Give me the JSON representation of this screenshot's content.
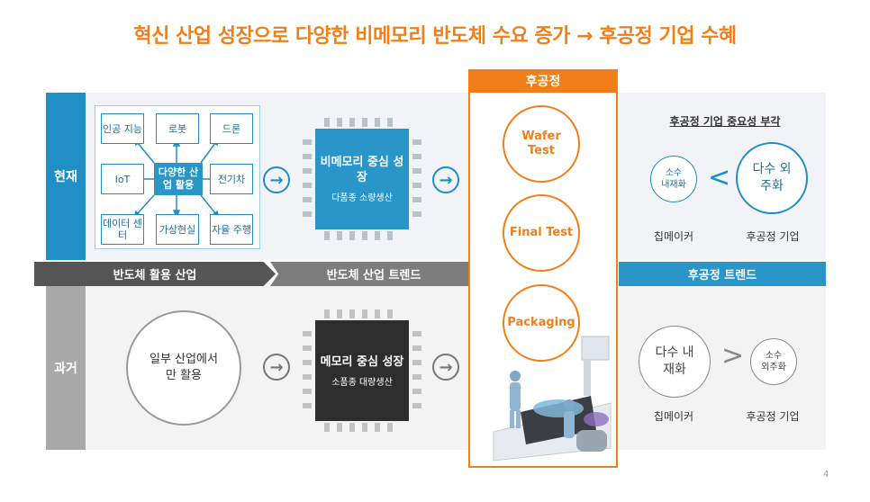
{
  "title": "혁신 산업 성장으로 다양한 비메모리 반도체 수요 증가 → 후공정 기업 수혜",
  "rows": {
    "current": "현재",
    "past": "과거"
  },
  "bands": {
    "usage": "반도체 활용 산업",
    "trend": "반도체 산업 트렌드",
    "backend_trend": "후공정 트렌드"
  },
  "apps": {
    "center": "다양한 산업 활용",
    "ai": "인공 지능",
    "robot": "로봇",
    "drone": "드론",
    "iot": "IoT",
    "ev": "전기차",
    "data_center": "데이터 센터",
    "vr": "가상현실",
    "autonomous": "자율 주행"
  },
  "chips": {
    "current_title": "비메모리 중심 성장",
    "current_sub": "다품종 소량생산",
    "past_title": "메모리 중심 성장",
    "past_sub": "소품종 대량생산"
  },
  "past_usage": "일부 산업에서만 활용",
  "backend": {
    "header": "후공정",
    "steps": [
      "Wafer Test",
      "Final Test",
      "Packaging"
    ]
  },
  "right": {
    "title": "후공정 기업 중요성 부각",
    "current_small": "소수 내재화",
    "current_big": "다수 외주화",
    "past_big": "다수 내재화",
    "past_small": "소수 외주화",
    "chipmaker": "칩메이커",
    "backend_company": "후공정 기업"
  },
  "page_number": "4",
  "colors": {
    "accent": "#f07f1a",
    "blue": "#1f8ec5",
    "gray": "#a9a9a9",
    "dark": "#2d2d2d"
  },
  "icons": {
    "arrow": "→",
    "less_than": "<",
    "greater_than": ">"
  }
}
